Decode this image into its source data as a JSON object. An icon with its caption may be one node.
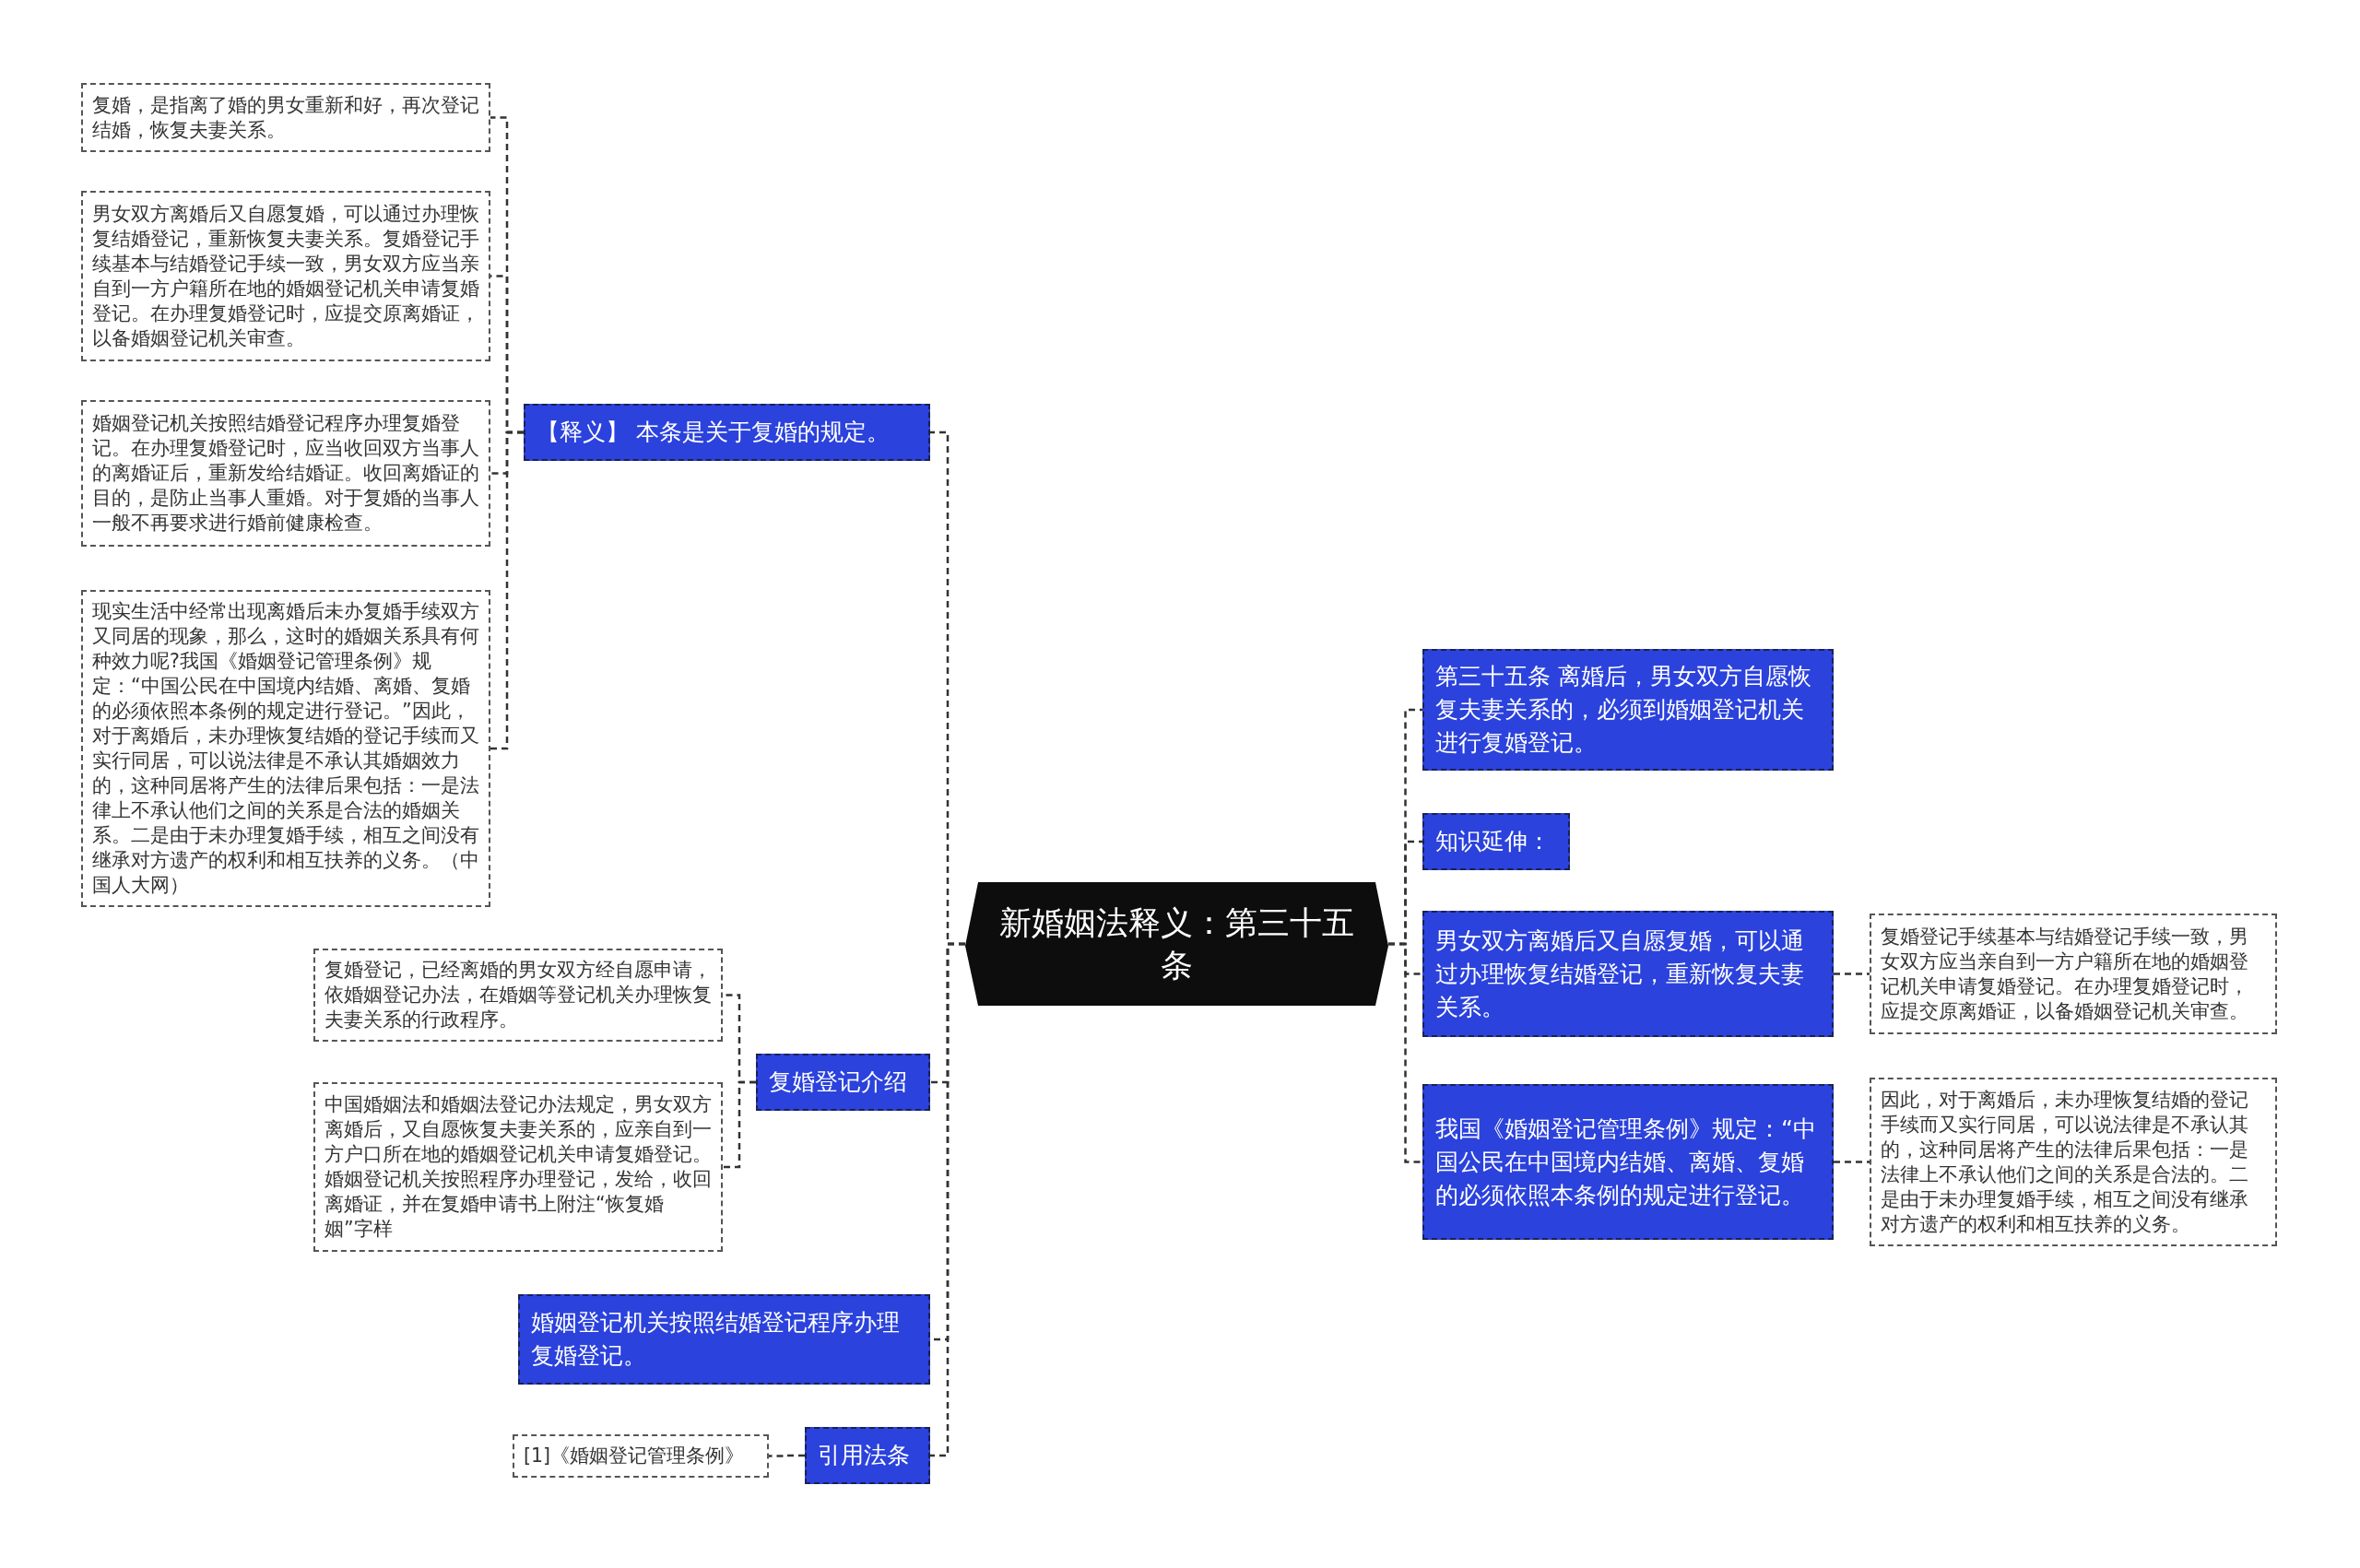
{
  "diagram": {
    "nodes": [
      {
        "text": [
          "新婚姻法释义：第三十五条"
        ]
      },
      {
        "text": [
          "【释义】 本条是关于复婚的规定。"
        ]
      },
      {
        "text": [
          "复婚，是指离了婚的男女重新和好，再次登记结婚，恢复夫妻关系。"
        ]
      },
      {
        "text": [
          "男女双方离婚后又自愿复婚，可以通过办理恢复结婚登记，重新恢复夫妻关系。复婚登记手续基本与结婚登记手续一致，男女双方应当亲自到一方户籍所在地的婚姻登记机关申请复婚登记。在办理复婚登记时，应提交原离婚证，以备婚姻登记机关审查。"
        ]
      },
      {
        "text": [
          "婚姻登记机关按照结婚登记程序办理复婚登记。在办理复婚登记时，应当收回双方当事人的离婚证后，重新发给结婚证。收回离婚证的目的，是防止当事人重婚。对于复婚的当事人一般不再要求进行婚前健康检查。"
        ]
      },
      {
        "text": [
          "现实生活中经常出现离婚后未办复婚手续双方又同居的现象，那么，这时的婚姻关系具有何种效力呢?我国《婚姻登记管理条例》规定：“中国公民在中国境内结婚、离婚、复婚的必须依照本条例的规定进行登记。”因此，对于离婚后，未办理恢复结婚的登记手续而又实行同居，可以说法律是不承认其婚姻效力的，这种同居将产生的法律后果包括：一是法律上不承认他们之间的关系是合法的婚姻关系。二是由于未办理复婚手续，相互之间没有继承对方遗产的权利和相互扶养的义务。（中国人大网）"
        ]
      },
      {
        "text": [
          "复婚登记介绍"
        ]
      },
      {
        "text": [
          "复婚登记，已经离婚的男女双方经自愿申请，依婚姻登记办法，在婚姻等登记机关办理恢复夫妻关系的行政程序。"
        ]
      },
      {
        "text": [
          "中国婚姻法和婚姻法登记办法规定，男女双方离婚后，又自愿恢复夫妻关系的，应亲自到一方户口所在地的婚姻登记机关申请复婚登记。婚姻登记机关按照程序办理登记，发给，收回离婚证，并在复婚申请书上附注“恢复婚姻”字样"
        ]
      },
      {
        "text": [
          "婚姻登记机关按照结婚登记程序办理复婚登记。"
        ]
      },
      {
        "text": [
          "引用法条"
        ]
      },
      {
        "text": [
          "[1]《婚姻登记管理条例》"
        ]
      },
      {
        "text": [
          "第三十五条 离婚后，男女双方自愿恢复夫妻关系的，必须到婚姻登记机关进行复婚登记。"
        ]
      },
      {
        "text": [
          "知识延伸："
        ]
      },
      {
        "text": [
          "男女双方离婚后又自愿复婚，可以通过办理恢复结婚登记，重新恢复夫妻关系。"
        ]
      },
      {
        "text": [
          "复婚登记手续基本与结婚登记手续一致，男女双方应当亲自到一方户籍所在地的婚姻登记机关申请复婚登记。在办理复婚登记时，应提交原离婚证，以备婚姻登记机关审查。"
        ]
      },
      {
        "text": [
          "我国《婚姻登记管理条例》规定：“中国公民在中国境内结婚、离婚、复婚的必须依照本条例的规定进行登记。"
        ]
      },
      {
        "text": [
          "因此，对于离婚后，未办理恢复结婚的登记手续而又实行同居，可以说法律是不承认其的，这种同居将产生的法律后果包括：一是法律上不承认他们之间的关系是合法的。二是由于未办理复婚手续，相互之间没有继承对方遗产的权利和相互扶养的义务。"
        ]
      }
    ],
    "edges": [
      {
        "from": 0,
        "to": 1,
        "arrow": "none"
      },
      {
        "from": 1,
        "to": 2,
        "arrow": "none"
      },
      {
        "from": 1,
        "to": 3,
        "arrow": "none"
      },
      {
        "from": 1,
        "to": 4,
        "arrow": "none"
      },
      {
        "from": 1,
        "to": 5,
        "arrow": "none"
      },
      {
        "from": 0,
        "to": 6,
        "arrow": "none"
      },
      {
        "from": 6,
        "to": 7,
        "arrow": "none"
      },
      {
        "from": 6,
        "to": 8,
        "arrow": "none"
      },
      {
        "from": 0,
        "to": 9,
        "arrow": "none"
      },
      {
        "from": 0,
        "to": 10,
        "arrow": "none"
      },
      {
        "from": 10,
        "to": 11,
        "arrow": "none"
      },
      {
        "from": 0,
        "to": 12,
        "arrow": "none"
      },
      {
        "from": 0,
        "to": 13,
        "arrow": "none"
      },
      {
        "from": 0,
        "to": 14,
        "arrow": "none"
      },
      {
        "from": 14,
        "to": 15,
        "arrow": "none"
      },
      {
        "from": 0,
        "to": 16,
        "arrow": "none"
      },
      {
        "from": 16,
        "to": 17,
        "arrow": "none"
      }
    ]
  }
}
